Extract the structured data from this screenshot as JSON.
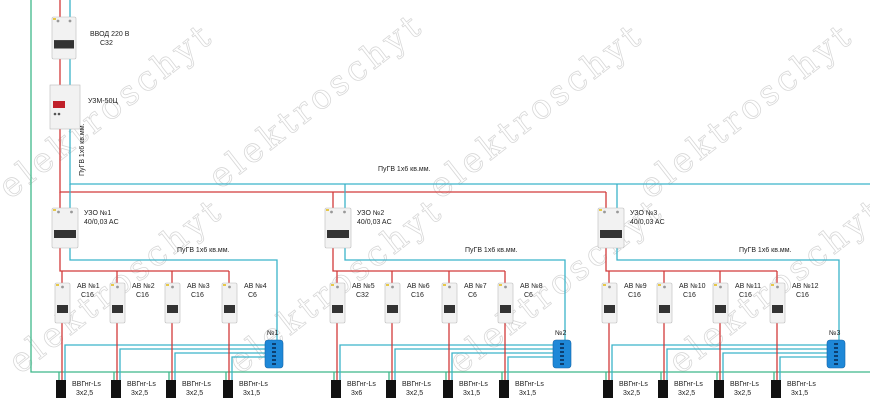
{
  "watermark": "elektroschyt",
  "colors": {
    "phase": "#d23a3a",
    "neutral": "#3bb3c9",
    "ground": "#3fb88a",
    "block": "#1e88d8",
    "cable": "#111111"
  },
  "main_breaker": {
    "name": "ВВОД 220 В",
    "rating": "C32"
  },
  "voltage_relay": {
    "name": "УЗМ-50Ц"
  },
  "feed_cable_vertical": "ПуГВ 1х6 кв.мм.",
  "feed_cable_bus": "ПуГВ 1х6 кв.мм.",
  "groups": [
    {
      "rcd": {
        "name": "УЗО №1",
        "rating": "40/0,03 AC"
      },
      "neutral_cable": "ПуГВ 1х6 кв.мм.",
      "block": "№1",
      "breakers": [
        {
          "name": "АВ №1",
          "rating": "C16"
        },
        {
          "name": "АВ №2",
          "rating": "C16"
        },
        {
          "name": "АВ №3",
          "rating": "C16"
        },
        {
          "name": "АВ №4",
          "rating": "C6"
        }
      ],
      "cables": [
        {
          "type": "ВВГнг-Ls",
          "section": "3х2,5"
        },
        {
          "type": "ВВГнг-Ls",
          "section": "3х2,5"
        },
        {
          "type": "ВВГнг-Ls",
          "section": "3х2,5"
        },
        {
          "type": "ВВГнг-Ls",
          "section": "3х1,5"
        }
      ]
    },
    {
      "rcd": {
        "name": "УЗО №2",
        "rating": "40/0,03 AC"
      },
      "neutral_cable": "ПуГВ 1х6 кв.мм.",
      "block": "№2",
      "breakers": [
        {
          "name": "АВ №5",
          "rating": "C32"
        },
        {
          "name": "АВ №6",
          "rating": "C16"
        },
        {
          "name": "АВ №7",
          "rating": "C6"
        },
        {
          "name": "АВ №8",
          "rating": "C6"
        }
      ],
      "cables": [
        {
          "type": "ВВГнг-Ls",
          "section": "3х6"
        },
        {
          "type": "ВВГнг-Ls",
          "section": "3х2,5"
        },
        {
          "type": "ВВГнг-Ls",
          "section": "3х1,5"
        },
        {
          "type": "ВВГнг-Ls",
          "section": "3х1,5"
        }
      ]
    },
    {
      "rcd": {
        "name": "УЗО №3",
        "rating": "40/0,03 AC"
      },
      "neutral_cable": "ПуГВ 1х6 кв.мм.",
      "block": "№3",
      "breakers": [
        {
          "name": "АВ №9",
          "rating": "C16"
        },
        {
          "name": "АВ №10",
          "rating": "C16"
        },
        {
          "name": "АВ №11",
          "rating": "C16"
        },
        {
          "name": "АВ №12",
          "rating": "C16"
        }
      ],
      "cables": [
        {
          "type": "ВВГнг-Ls",
          "section": "3х2,5"
        },
        {
          "type": "ВВГнг-Ls",
          "section": "3х2,5"
        },
        {
          "type": "ВВГнг-Ls",
          "section": "3х2,5"
        },
        {
          "type": "ВВГнг-Ls",
          "section": "3х1,5"
        }
      ]
    }
  ]
}
